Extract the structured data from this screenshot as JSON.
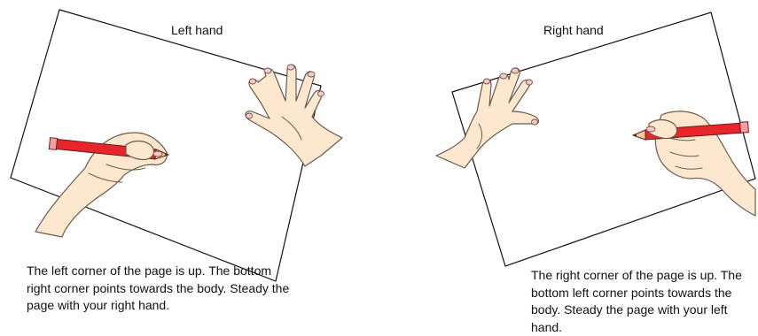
{
  "left_panel": {
    "title": "Left hand",
    "caption": "The left corner of the page is up. The bottom right corner points towards the body. Steady the page with your right hand."
  },
  "right_panel": {
    "title": "Right hand",
    "caption": "The right corner of the page is up. The bottom left corner points towards the body. Steady the page with your left hand."
  },
  "colors": {
    "paper_outline": "#111111",
    "skin": "#fde8cf",
    "pencil_body": "#e8252b",
    "pencil_eraser": "#f3a0a0"
  }
}
